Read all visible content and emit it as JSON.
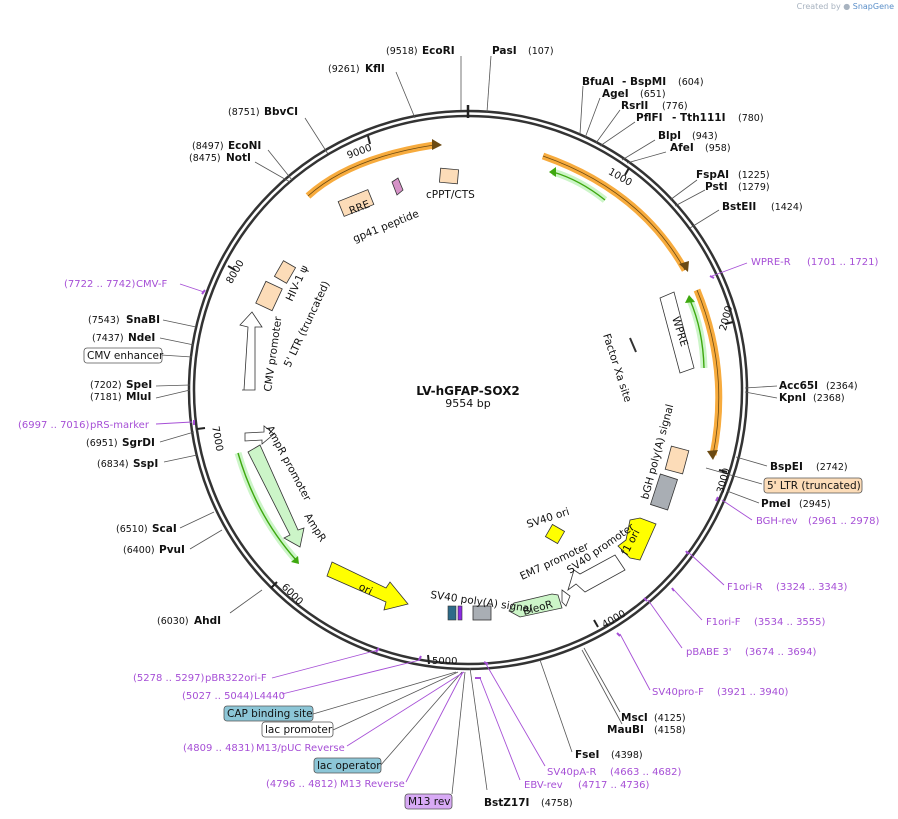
{
  "credit": {
    "prefix": "Created by",
    "brand": "SnapGene"
  },
  "plasmid": {
    "name": "LV-hGFAP-SOX2",
    "size": "9554 bp"
  },
  "ticks": [
    "1000",
    "2000",
    "3000",
    "4000",
    "5000",
    "6000",
    "7000",
    "8000",
    "9000"
  ],
  "enzymes": [
    {
      "name": "EcoRI",
      "pos": "(9518)"
    },
    {
      "name": "PasI",
      "pos": "(107)"
    },
    {
      "name": "KflI",
      "pos": "(9261)"
    },
    {
      "name": "BfuAI",
      "pos": ""
    },
    {
      "name": "- BspMI",
      "pos": "(604)"
    },
    {
      "name": "AgeI",
      "pos": "(651)"
    },
    {
      "name": "RsrII",
      "pos": "(776)"
    },
    {
      "name": "PflFI",
      "pos": ""
    },
    {
      "name": "- Tth111I",
      "pos": "(780)"
    },
    {
      "name": "BbvCI",
      "pos": "(8751)"
    },
    {
      "name": "BlpI",
      "pos": "(943)"
    },
    {
      "name": "AfeI",
      "pos": "(958)"
    },
    {
      "name": "EcoNI",
      "pos": "(8497)"
    },
    {
      "name": "NotI",
      "pos": "(8475)"
    },
    {
      "name": "FspAI",
      "pos": "(1225)"
    },
    {
      "name": "PstI",
      "pos": "(1279)"
    },
    {
      "name": "BstEII",
      "pos": "(1424)"
    },
    {
      "name": "SnaBI",
      "pos": "(7543)"
    },
    {
      "name": "NdeI",
      "pos": "(7437)"
    },
    {
      "name": "SpeI",
      "pos": "(7202)"
    },
    {
      "name": "MluI",
      "pos": "(7181)"
    },
    {
      "name": "Acc65I",
      "pos": "(2364)"
    },
    {
      "name": "KpnI",
      "pos": "(2368)"
    },
    {
      "name": "SgrDI",
      "pos": "(6951)"
    },
    {
      "name": "SspI",
      "pos": "(6834)"
    },
    {
      "name": "BspEI",
      "pos": "(2742)"
    },
    {
      "name": "PmeI",
      "pos": "(2945)"
    },
    {
      "name": "ScaI",
      "pos": "(6510)"
    },
    {
      "name": "PvuI",
      "pos": "(6400)"
    },
    {
      "name": "AhdI",
      "pos": "(6030)"
    },
    {
      "name": "MscI",
      "pos": "(4125)"
    },
    {
      "name": "MauBI",
      "pos": "(4158)"
    },
    {
      "name": "FseI",
      "pos": "(4398)"
    },
    {
      "name": "BstZ17I",
      "pos": "(4758)"
    }
  ],
  "primers": [
    {
      "name": "CMV-F",
      "range": "(7722 .. 7742)"
    },
    {
      "name": "pRS-marker",
      "range": "(6997 .. 7016)"
    },
    {
      "name": "WPRE-R",
      "range": "(1701 .. 1721)"
    },
    {
      "name": "BGH-rev",
      "range": "(2961 .. 2978)"
    },
    {
      "name": "F1ori-R",
      "range": "(3324 .. 3343)"
    },
    {
      "name": "F1ori-F",
      "range": "(3534 .. 3555)"
    },
    {
      "name": "pBABE 3'",
      "range": "(3674 .. 3694)"
    },
    {
      "name": "SV40pro-F",
      "range": "(3921 .. 3940)"
    },
    {
      "name": "SV40pA-R",
      "range": "(4663 .. 4682)"
    },
    {
      "name": "EBV-rev",
      "range": "(4717 .. 4736)"
    },
    {
      "name": "pBR322ori-F",
      "range": "(5278 .. 5297)"
    },
    {
      "name": "L4440",
      "range": "(5027 .. 5044)"
    },
    {
      "name": "M13/pUC Reverse",
      "range": "(4809 .. 4831)"
    },
    {
      "name": "M13 Reverse",
      "range": "(4796 .. 4812)"
    }
  ],
  "boxed_labels": [
    {
      "name": "CMV enhancer",
      "style": "white"
    },
    {
      "name": "5' LTR (truncated)",
      "style": "peach"
    },
    {
      "name": "CAP binding site",
      "style": "teal"
    },
    {
      "name": "lac promoter",
      "style": "white"
    },
    {
      "name": "lac operator",
      "style": "teal"
    },
    {
      "name": "M13 rev",
      "style": "violet"
    }
  ],
  "features": {
    "rre": "RRE",
    "gp41": "gp41 peptide",
    "cppt": "cPPT/CTS",
    "hiv": "HIV-1 ψ",
    "ltr5": "5' LTR (truncated)",
    "cmvp": "CMV promoter",
    "wpre": "WPRE",
    "fxa": "Factor Xa site",
    "bgh": "bGH poly(A) signal",
    "f1": "f1 ori",
    "sv40p": "SV40 promoter",
    "em7": "EM7 promoter",
    "sv40ori": "SV40 ori",
    "bleor": "BleoR",
    "sv40pa": "SV40 poly(A) signal",
    "ori": "ori",
    "ampr": "AmpR",
    "amprp": "AmpR promoter"
  },
  "colors": {
    "orange": "#f7ab3d",
    "green": "#3ea80f",
    "lightgreen": "#ccf5c8",
    "yellow": "#ffff00",
    "peach": "#fcdcb8",
    "gray": "#a9aeb4",
    "primer": "#a64fd6",
    "teal": "#8cc6d7",
    "violet": "#d8aaf5"
  }
}
